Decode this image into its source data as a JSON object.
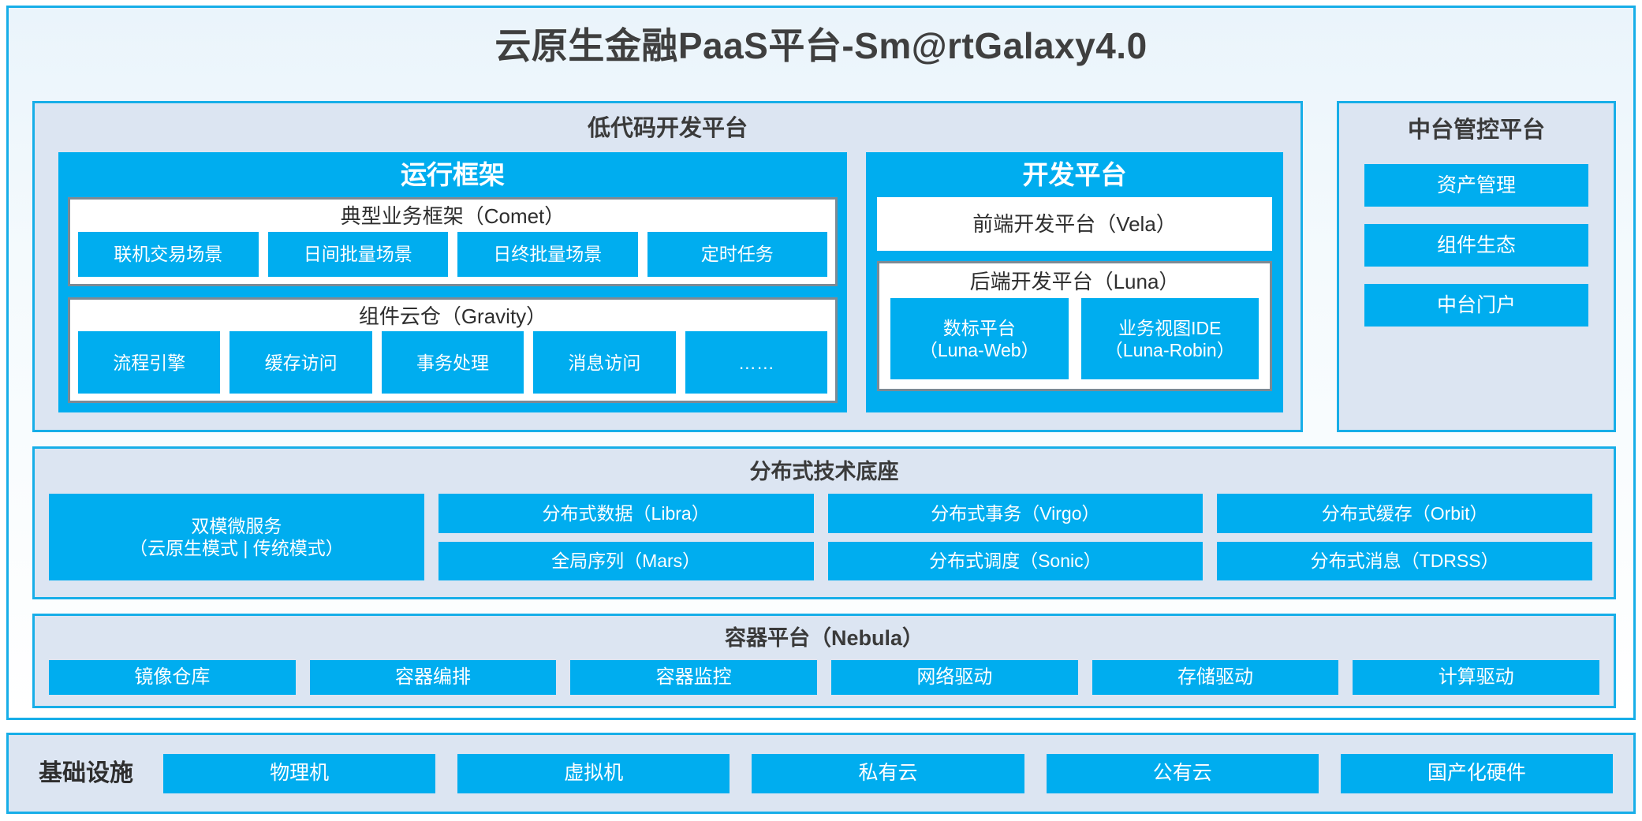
{
  "title": "云原生金融PaaS平台-Sm@rtGalaxy4.0",
  "colors": {
    "accent_blue": "#00ADEF",
    "border_blue": "#17AEE8",
    "panel_bg": "#DCE5F2",
    "group_border_gray": "#7D8A94",
    "text_dark": "#2E2E2E"
  },
  "lowcode": {
    "title": "低代码开发平台",
    "runtime": {
      "title": "运行框架",
      "groups": [
        {
          "title": "典型业务框架（Comet）",
          "items": [
            "联机交易场景",
            "日间批量场景",
            "日终批量场景",
            "定时任务"
          ]
        },
        {
          "title": "组件云仓（Gravity）",
          "items": [
            "流程引擎",
            "缓存访问",
            "事务处理",
            "消息访问",
            "……"
          ]
        }
      ]
    },
    "devplatform": {
      "title": "开发平台",
      "frontend": "前端开发平台（Vela）",
      "backend": {
        "title": "后端开发平台（Luna）",
        "items": [
          {
            "name": "数标平台",
            "code": "（Luna-Web）"
          },
          {
            "name": "业务视图IDE",
            "code": "（Luna-Robin）"
          }
        ]
      }
    }
  },
  "midplatform": {
    "title": "中台管控平台",
    "items": [
      "资产管理",
      "组件生态",
      "中台门户"
    ]
  },
  "tech": {
    "title": "分布式技术底座",
    "microservice": {
      "line1": "双模微服务",
      "line2": "（云原生模式 | 传统模式）"
    },
    "columns": [
      [
        "分布式数据（Libra）",
        "全局序列（Mars）"
      ],
      [
        "分布式事务（Virgo）",
        "分布式调度（Sonic）"
      ],
      [
        "分布式缓存（Orbit）",
        "分布式消息（TDRSS）"
      ]
    ]
  },
  "container": {
    "title": "容器平台（Nebula）",
    "items": [
      "镜像仓库",
      "容器编排",
      "容器监控",
      "网络驱动",
      "存储驱动",
      "计算驱动"
    ]
  },
  "infrastructure": {
    "label": "基础设施",
    "items": [
      "物理机",
      "虚拟机",
      "私有云",
      "公有云",
      "国产化硬件"
    ]
  }
}
